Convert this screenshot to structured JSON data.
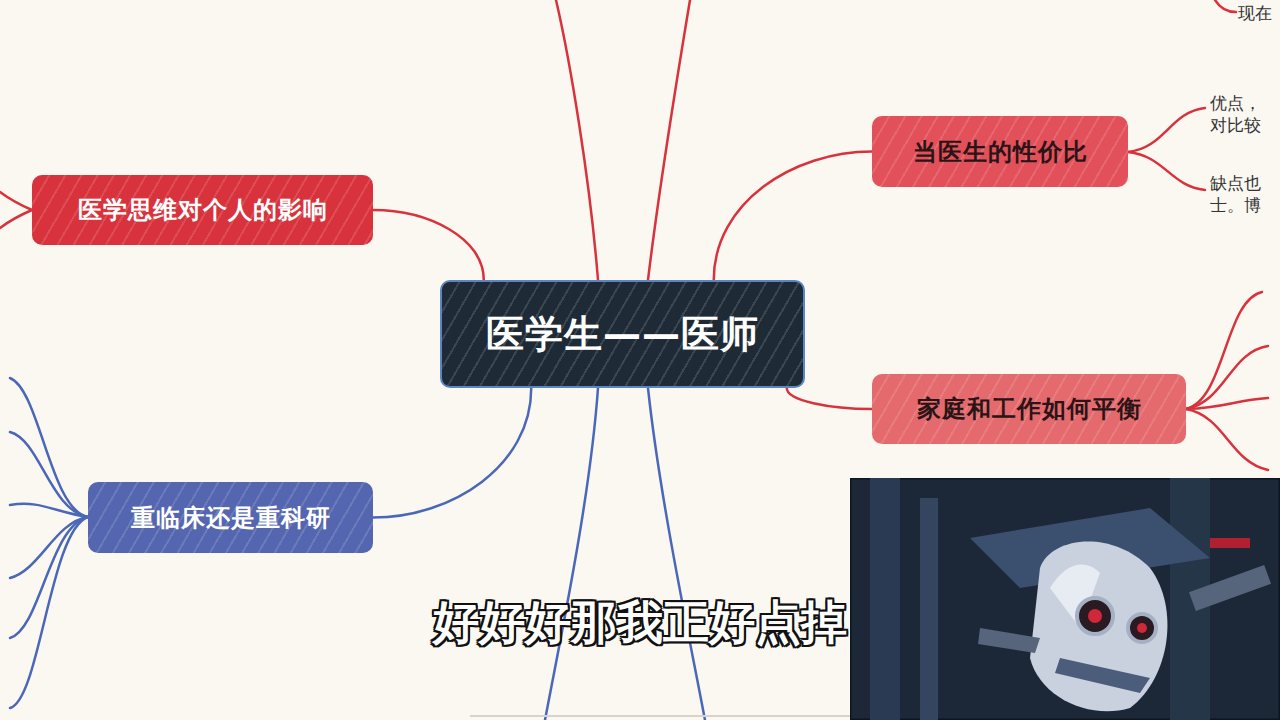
{
  "diagram": {
    "caption": "好好好那我正好点掉",
    "nodes": [
      {
        "text": [
          "医学生——医师"
        ]
      },
      {
        "text": [
          "医学思维对个人的影响"
        ]
      },
      {
        "text": [
          "当医生的性价比"
        ]
      },
      {
        "text": [
          "家庭和工作如何平衡"
        ]
      },
      {
        "text": [
          "重临床还是重科研"
        ]
      }
    ],
    "edges": [
      {
        "from": 0,
        "to": 1,
        "arrow": "none"
      },
      {
        "from": 0,
        "to": 2,
        "arrow": "none"
      },
      {
        "from": 0,
        "to": 3,
        "arrow": "none"
      },
      {
        "from": 0,
        "to": 4,
        "arrow": "none"
      }
    ],
    "labels": [
      "现在",
      "优点，",
      "对比较",
      "缺点也",
      "士。博"
    ]
  }
}
